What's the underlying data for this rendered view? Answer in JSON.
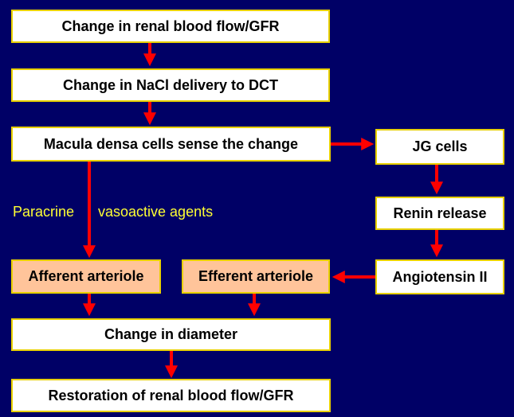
{
  "colors": {
    "background": "#000066",
    "box_fill": "#ffffff",
    "box_border": "#e8d000",
    "arteriole_fill": "#ffc49a",
    "arrow": "#ff0000",
    "label_text": "#ffff33"
  },
  "nodes": {
    "renal_flow_change": "Change in renal blood flow/GFR",
    "nacl_delivery": "Change in NaCl delivery to DCT",
    "macula_densa": "Macula densa cells sense the change",
    "jg_cells": "JG cells",
    "renin_release": "Renin release",
    "angiotensin": "Angiotensin II",
    "afferent": "Afferent arteriole",
    "efferent": "Efferent arteriole",
    "diameter_change": "Change in diameter",
    "restoration": "Restoration of renal blood flow/GFR"
  },
  "labels": {
    "paracrine": "Paracrine",
    "vasoactive": "vasoactive agents"
  },
  "edges": [
    {
      "from": "renal_flow_change",
      "to": "nacl_delivery"
    },
    {
      "from": "nacl_delivery",
      "to": "macula_densa"
    },
    {
      "from": "macula_densa",
      "to": "jg_cells"
    },
    {
      "from": "jg_cells",
      "to": "renin_release"
    },
    {
      "from": "renin_release",
      "to": "angiotensin"
    },
    {
      "from": "angiotensin",
      "to": "efferent"
    },
    {
      "from": "macula_densa",
      "to": "afferent"
    },
    {
      "from": "afferent",
      "to": "diameter_change"
    },
    {
      "from": "efferent",
      "to": "diameter_change"
    },
    {
      "from": "diameter_change",
      "to": "restoration"
    }
  ]
}
